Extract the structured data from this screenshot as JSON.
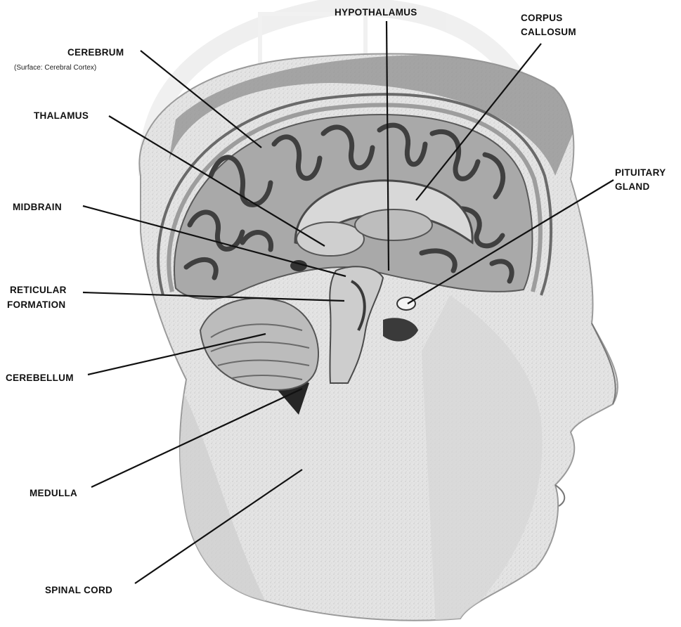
{
  "colors": {
    "background": "#ffffff",
    "skin": "#e7e7e7",
    "skin_shadow": "#c9c9c9",
    "brain_tissue": "#a8a8a8",
    "sulci_dark": "#4a4a4a",
    "leader_line": "#111111",
    "text": "#111111"
  },
  "labels": {
    "hypothalamus": "HYPOTHALAMUS",
    "corpus_callosum_1": "CORPUS",
    "corpus_callosum_2": "CALLOSUM",
    "cerebrum": "CEREBRUM",
    "cerebrum_note": "(Surface: Cerebral Cortex)",
    "thalamus": "THALAMUS",
    "pituitary_1": "PITUITARY",
    "pituitary_2": "GLAND",
    "midbrain": "MIDBRAIN",
    "reticular_1": "RETICULAR",
    "reticular_2": "FORMATION",
    "cerebellum": "CEREBELLUM",
    "medulla": "MEDULLA",
    "spinal_cord": "SPINAL CORD"
  }
}
